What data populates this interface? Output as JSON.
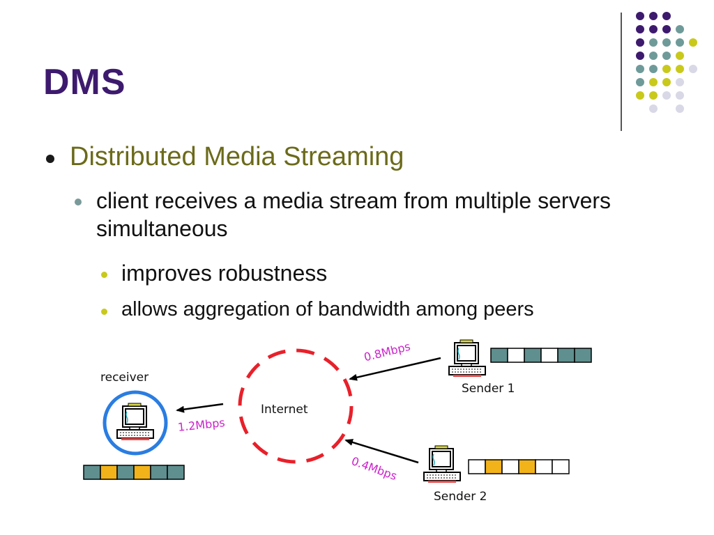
{
  "slide": {
    "title": "DMS",
    "bullets": {
      "level1": "Distributed Media Streaming",
      "level2": "client receives a media stream from multiple servers simultaneous",
      "level3a": "improves robustness",
      "level3b": "allows aggregation of bandwidth among peers"
    }
  },
  "diagram": {
    "receiver_label": "receiver",
    "internet_label": "Internet",
    "sender1_label": "Sender 1",
    "sender2_label": "Sender 2",
    "rate_sender1": "0.8Mbps",
    "rate_sender2": "0.4Mbps",
    "rate_receiver": "1.2Mbps",
    "colors": {
      "teal_block": "#5f8f8f",
      "orange_block": "#f2b31a",
      "internet_ring": "#e8202a",
      "receiver_ring": "#2a7de1",
      "rate_text": "#cc22cc"
    }
  }
}
